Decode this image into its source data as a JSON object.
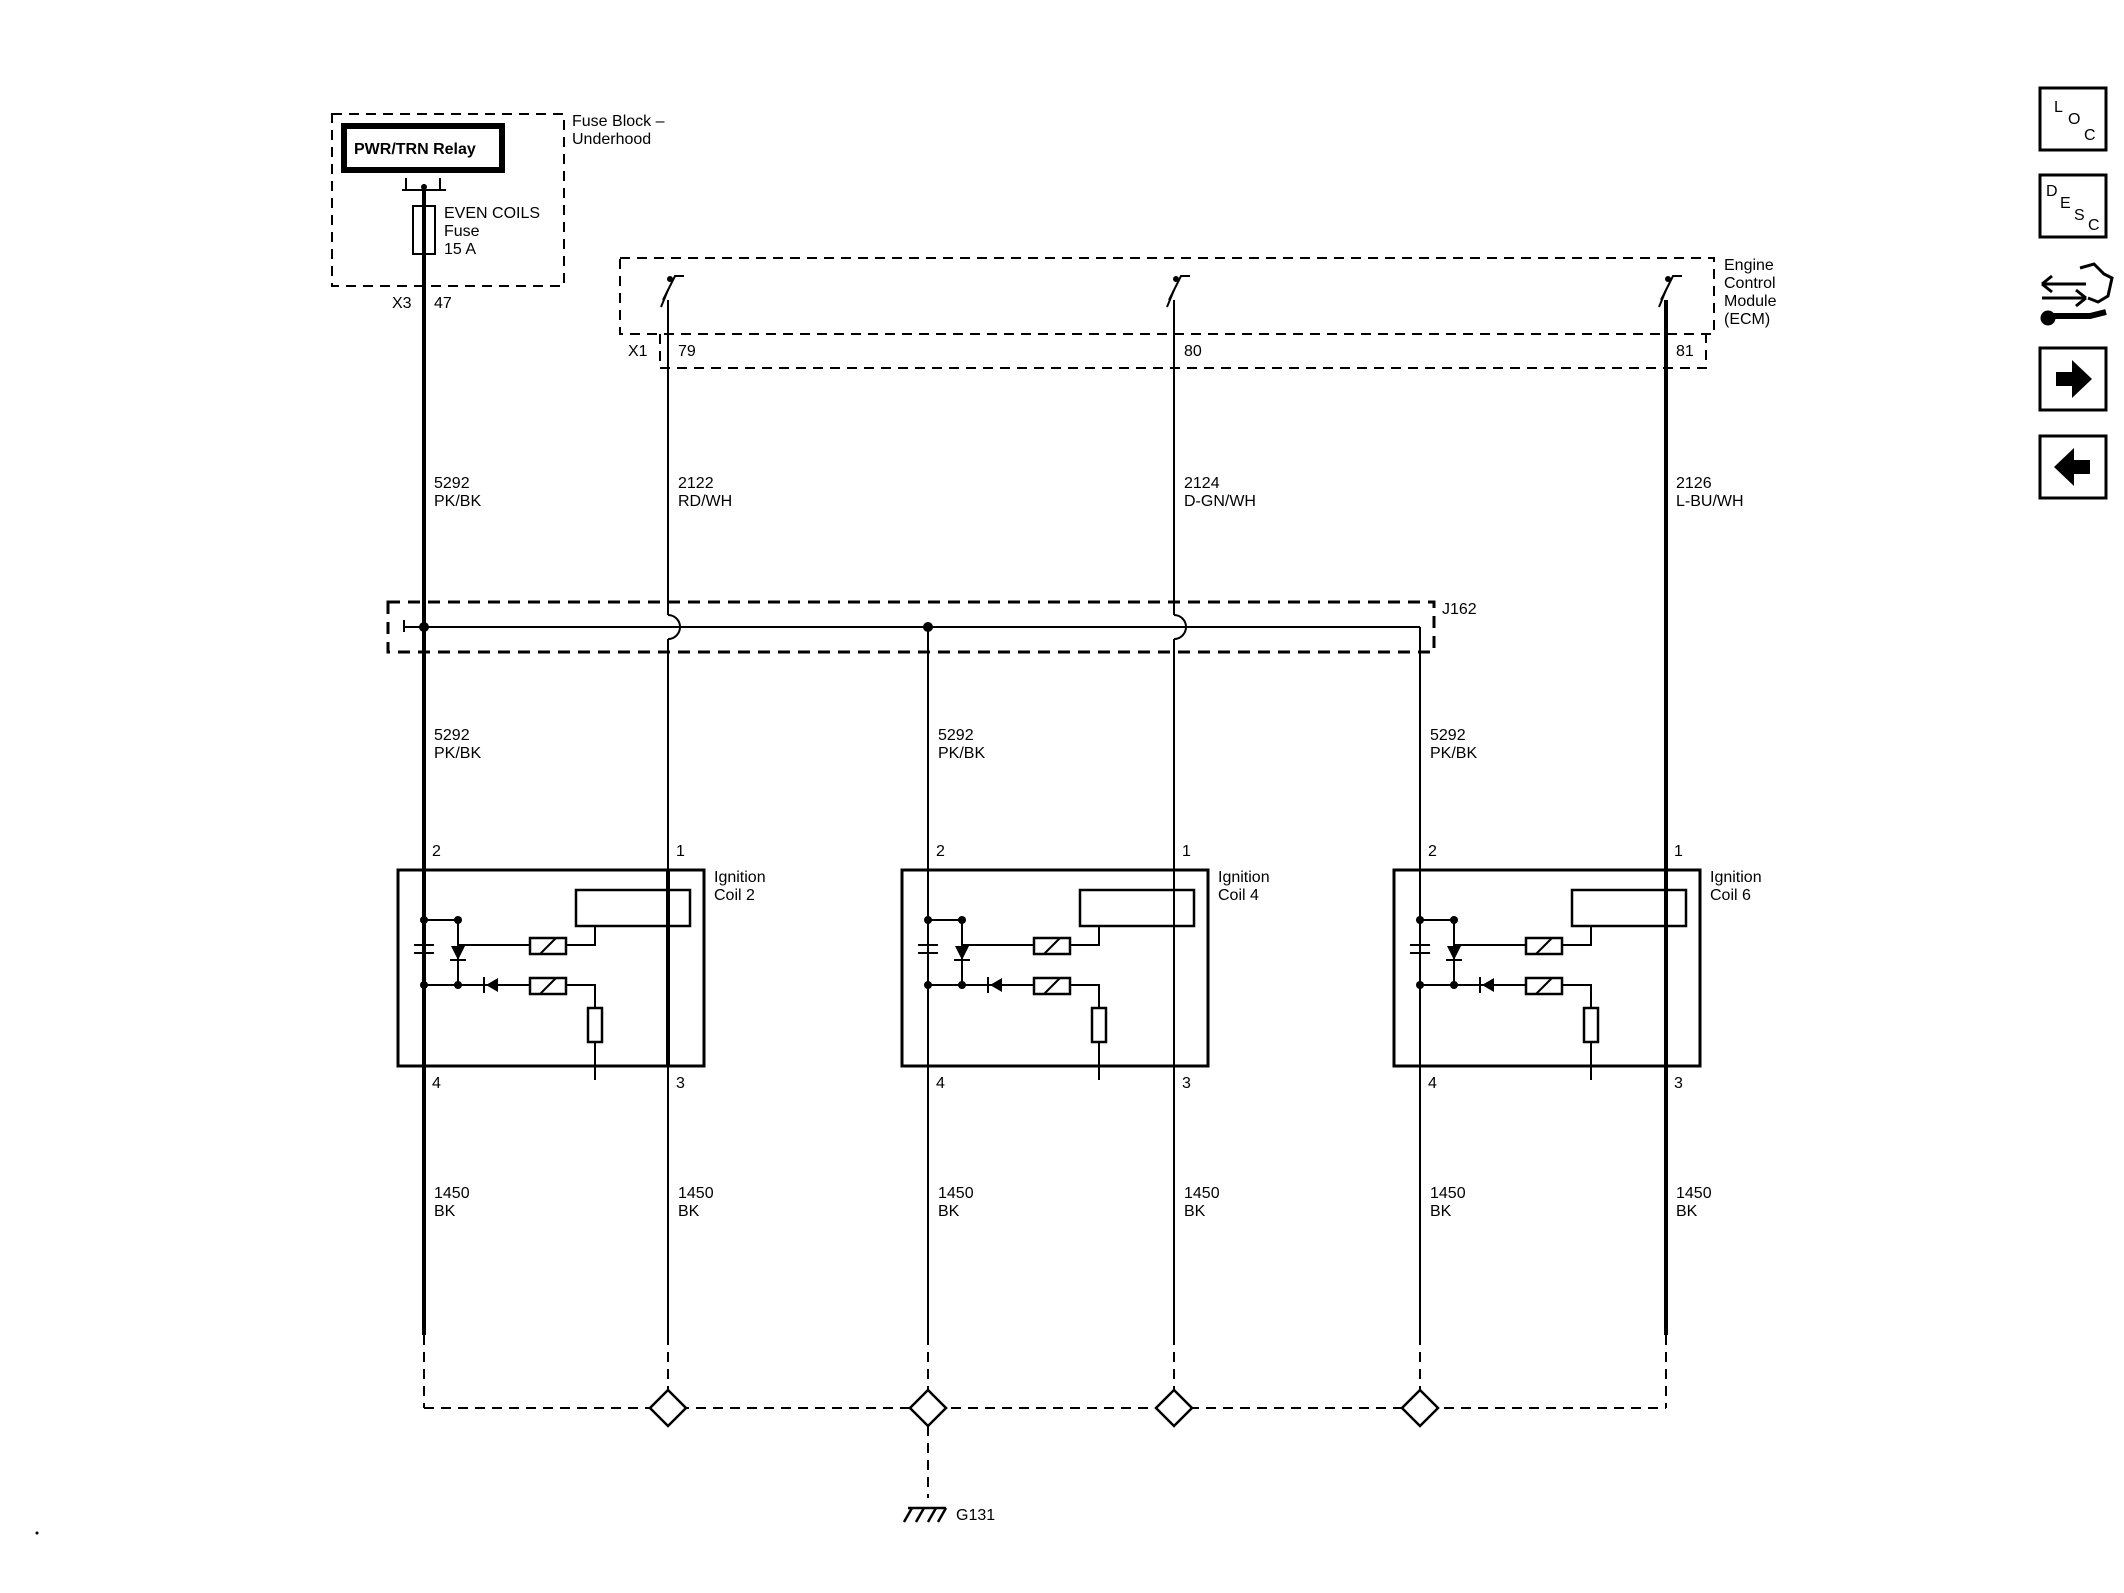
{
  "fuse_block": {
    "relay_label": "PWR/TRN Relay",
    "title_line1": "Fuse Block –",
    "title_line2": "Underhood",
    "fuse_line1": "EVEN COILS",
    "fuse_line2": "Fuse",
    "fuse_line3": "15 A",
    "connector": "X3",
    "pin": "47"
  },
  "ecm": {
    "title_line1": "Engine",
    "title_line2": "Control",
    "title_line3": "Module",
    "title_line4": "(ECM)",
    "connector": "X1",
    "pins": [
      "79",
      "80",
      "81"
    ]
  },
  "wires_upper": [
    {
      "circuit": "5292",
      "color": "PK/BK"
    },
    {
      "circuit": "2122",
      "color": "RD/WH"
    },
    {
      "circuit": "2124",
      "color": "D-GN/WH"
    },
    {
      "circuit": "2126",
      "color": "L-BU/WH"
    }
  ],
  "splice": {
    "label": "J162"
  },
  "wires_mid": [
    {
      "circuit": "5292",
      "color": "PK/BK"
    },
    {
      "circuit": "5292",
      "color": "PK/BK"
    },
    {
      "circuit": "5292",
      "color": "PK/BK"
    }
  ],
  "coils": [
    {
      "name_line1": "Ignition",
      "name_line2": "Coil 2",
      "pin_top_left": "2",
      "pin_top_right": "1",
      "pin_bot_left": "4",
      "pin_bot_right": "3"
    },
    {
      "name_line1": "Ignition",
      "name_line2": "Coil 4",
      "pin_top_left": "2",
      "pin_top_right": "1",
      "pin_bot_left": "4",
      "pin_bot_right": "3"
    },
    {
      "name_line1": "Ignition",
      "name_line2": "Coil 6",
      "pin_top_left": "2",
      "pin_top_right": "1",
      "pin_bot_left": "4",
      "pin_bot_right": "3"
    }
  ],
  "wires_lower": [
    {
      "circuit": "1450",
      "color": "BK"
    },
    {
      "circuit": "1450",
      "color": "BK"
    },
    {
      "circuit": "1450",
      "color": "BK"
    },
    {
      "circuit": "1450",
      "color": "BK"
    },
    {
      "circuit": "1450",
      "color": "BK"
    },
    {
      "circuit": "1450",
      "color": "BK"
    }
  ],
  "ground": {
    "label": "G131"
  },
  "nav": {
    "loc": {
      "l1": "L",
      "l2": "O",
      "l3": "C"
    },
    "desc": {
      "l1": "D",
      "l2": "E",
      "l3": "S",
      "l4": "C"
    },
    "icons": [
      "loc-icon",
      "desc-icon",
      "connector-tool-icon",
      "arrow-right-icon",
      "arrow-left-icon"
    ]
  }
}
